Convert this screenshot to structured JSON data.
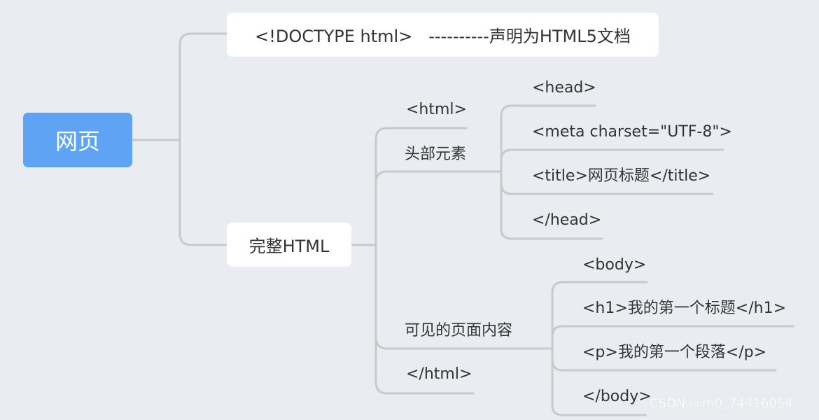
{
  "root": {
    "label": "网页"
  },
  "doctype_node": {
    "label": "<!DOCTYPE html>   ----------声明为HTML5文档"
  },
  "complete_node": {
    "label": "完整HTML"
  },
  "html_branch": {
    "open_tag": "<html>",
    "head_group": {
      "label": "头部元素",
      "items": [
        "<head>",
        "<meta charset=\"UTF-8\">",
        "<title>网页标题</title>",
        "</head>"
      ]
    },
    "body_group": {
      "label": "可见的页面内容",
      "items": [
        "<body>",
        "<h1>我的第一个标题</h1>",
        "<p>我的第一个段落</p>",
        "</body>"
      ]
    },
    "close_tag": "</html>"
  },
  "watermark": "CSDN @m0_74416054",
  "colors": {
    "root": "#5fa4f4",
    "connector": "#c9c9cc",
    "background": "#e9edf1"
  }
}
